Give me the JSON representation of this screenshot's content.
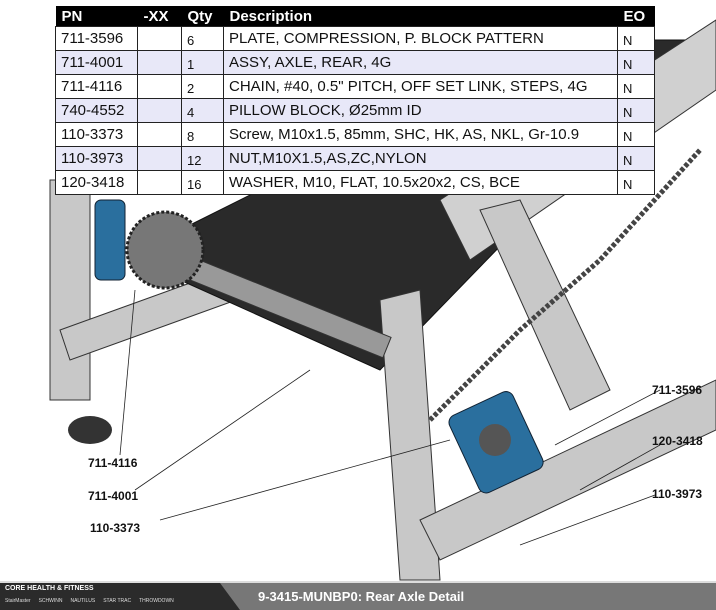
{
  "table": {
    "headers": [
      "PN",
      "-XX",
      "Qty",
      "Description",
      "EO"
    ],
    "rows": [
      {
        "pn": "711-3596",
        "xx": "",
        "qty": "6",
        "desc": "PLATE, COMPRESSION, P. BLOCK PATTERN",
        "eo": "N"
      },
      {
        "pn": "711-4001",
        "xx": "",
        "qty": "1",
        "desc": "ASSY, AXLE, REAR, 4G",
        "eo": "N"
      },
      {
        "pn": "711-4116",
        "xx": "",
        "qty": "2",
        "desc": "CHAIN, #40, 0.5\" PITCH, OFF SET LINK, STEPS, 4G",
        "eo": "N"
      },
      {
        "pn": "740-4552",
        "xx": "",
        "qty": "4",
        "desc": "PILLOW BLOCK, Ø25mm ID",
        "eo": "N"
      },
      {
        "pn": "110-3373",
        "xx": "",
        "qty": "8",
        "desc": "Screw, M10x1.5, 85mm, SHC, HK, AS, NKL, Gr-10.9",
        "eo": "N"
      },
      {
        "pn": "110-3973",
        "xx": "",
        "qty": "12",
        "desc": "NUT,M10X1.5,AS,ZC,NYLON",
        "eo": "N"
      },
      {
        "pn": "120-3418",
        "xx": "",
        "qty": "16",
        "desc": "WASHER, M10, FLAT, 10.5x20x2, CS, BCE",
        "eo": "N"
      }
    ]
  },
  "callouts": {
    "c1": "711-4116",
    "c2": "711-4001",
    "c3": "110-3373",
    "c4": "711-3596",
    "c5": "120-3418",
    "c6": "110-3973"
  },
  "footer": {
    "company": "CORE HEALTH & FITNESS",
    "brands": [
      "StairMaster",
      "SCHWINN",
      "NAUTILUS",
      "STAR TRAC",
      "THROWDOWN"
    ],
    "title": "9-3415-MUNBP0: Rear Axle Detail"
  },
  "colors": {
    "frame": "#c8c8c8",
    "belt": "#2a2a2a",
    "pillow_block": "#2a6f9e"
  }
}
